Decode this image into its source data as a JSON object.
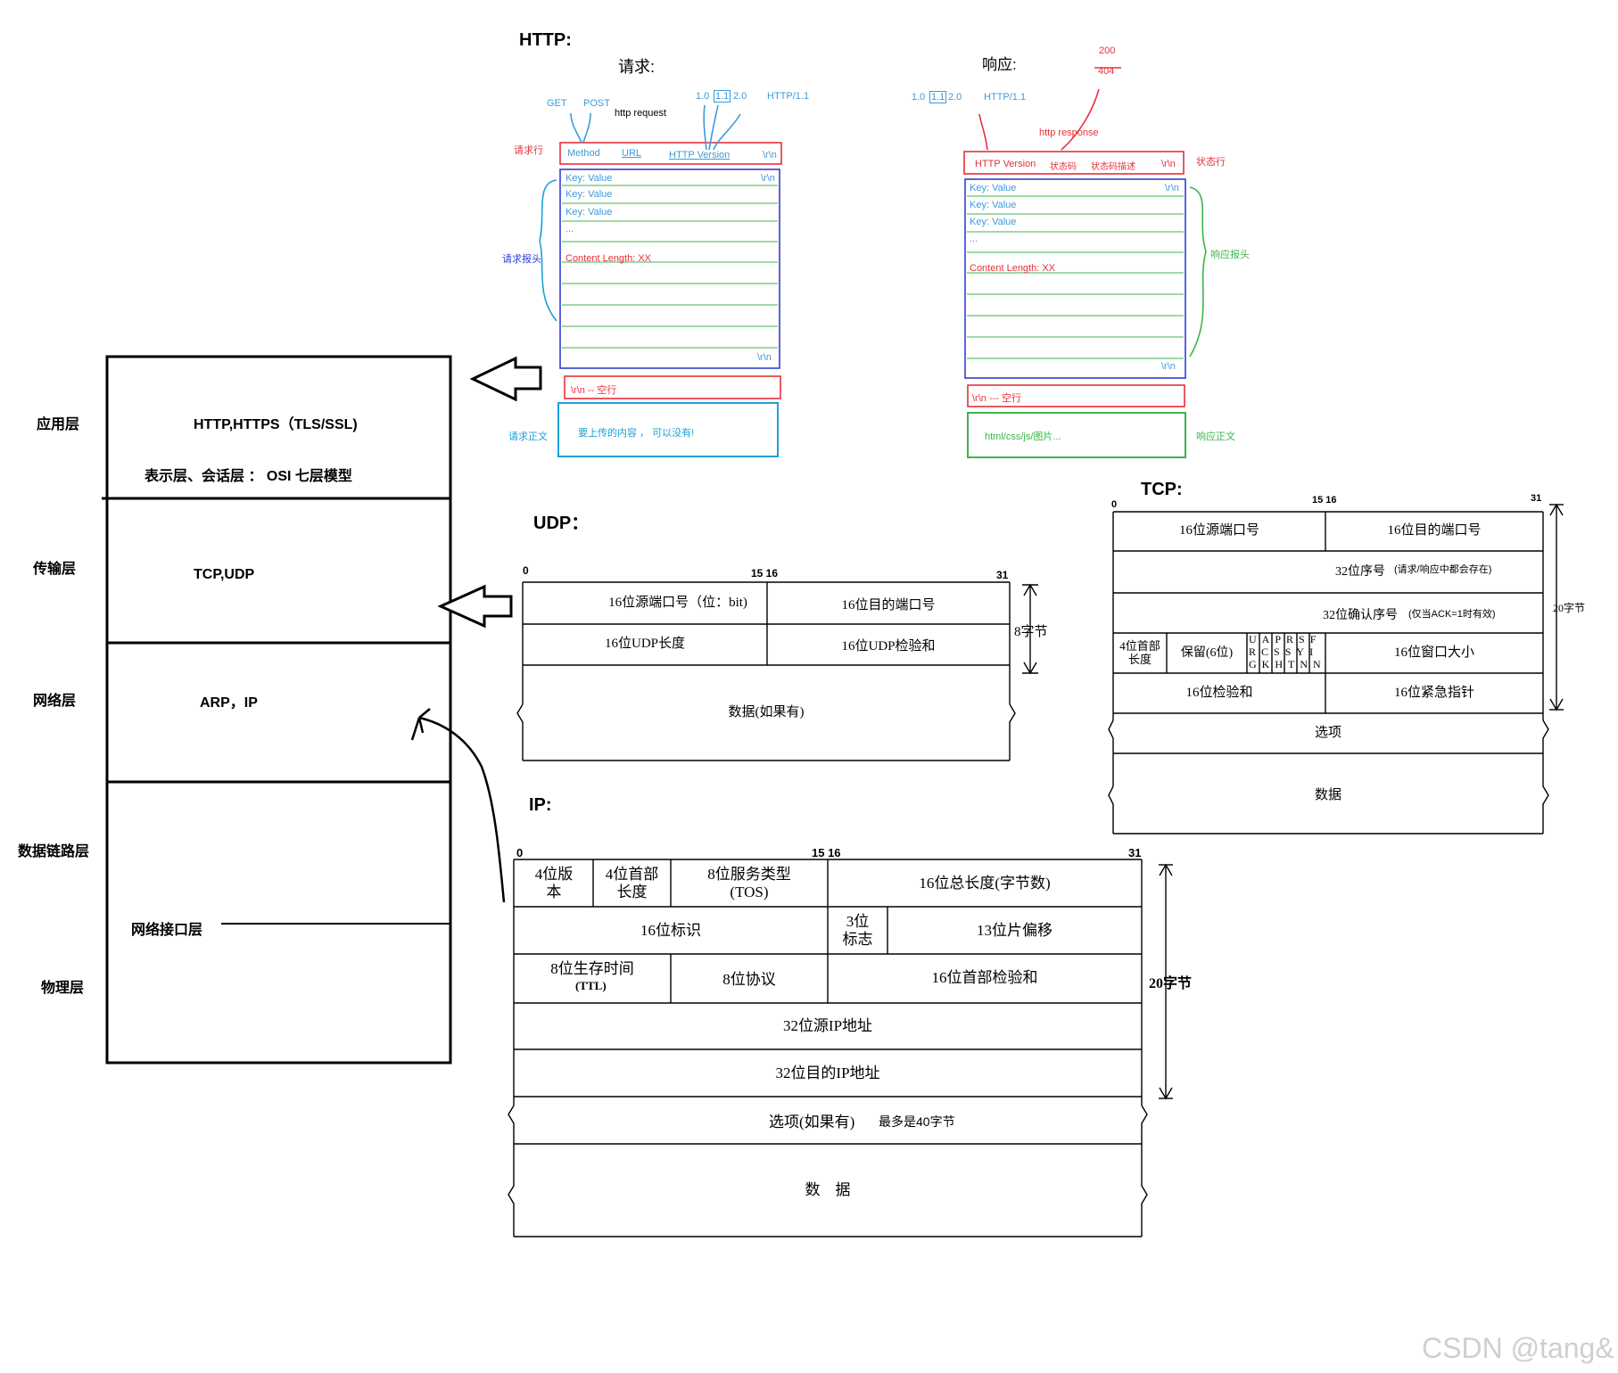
{
  "osi": {
    "labels": [
      "应用层",
      "传输层",
      "网络层",
      "数据链路层",
      "物理层"
    ],
    "app_protocols": "HTTP,HTTPS（TLS/SSL)",
    "app_note": "表示层、会话层 ： OSI 七层模型",
    "transport_protocols": "TCP,UDP",
    "network_protocols": "ARP，IP",
    "netif": "网络接口层"
  },
  "http": {
    "title": "HTTP:",
    "req": {
      "title": "请求:",
      "get": "GET",
      "post": "POST",
      "request_label": "http request",
      "versions": [
        "1.0",
        "1.1",
        "2.0"
      ],
      "http11": "HTTP/1.1",
      "line_label": "请求行",
      "method": "Method",
      "url": "URL",
      "version": "HTTP Version",
      "crlf": "\\r\\n",
      "kv": "Key: Value",
      "ellipsis": "...",
      "content_length": "Content Length: XX",
      "header_label": "请求报头",
      "blank": "\\r\\n -- 空行",
      "body_label": "请求正文",
      "body": "要上传的内容 ， 可以没有!"
    },
    "resp": {
      "title": "响应:",
      "codes": [
        "200",
        "404"
      ],
      "response_label": "http response",
      "versions": [
        "1.0",
        "1.1",
        "2.0"
      ],
      "http11": "HTTP/1.1",
      "version": "HTTP Version",
      "status_code": "状态码",
      "status_desc": "状态码描述",
      "crlf": "\\r\\n",
      "line_label": "状态行",
      "kv": "Key: Value",
      "ellipsis": "...",
      "content_length": "Content Length: XX",
      "header_label": "响应报头",
      "blank": "\\r\\n --- 空行",
      "body": "html/css/js/图片...",
      "body_label": "响应正文"
    }
  },
  "udp": {
    "title": "UDP：",
    "bits": [
      "0",
      "15 16",
      "31"
    ],
    "src": "16位源端口号（位：bit)",
    "dst": "16位目的端口号",
    "len": "16位UDP长度",
    "sum": "16位UDP检验和",
    "data": "数据(如果有)",
    "bytes": "8字节"
  },
  "tcp": {
    "title": "TCP:",
    "bits": [
      "0",
      "15 16",
      "31"
    ],
    "src": "16位源端口号",
    "dst": "16位目的端口号",
    "seq": "32位序号",
    "seq_note": "(请求/响应中都会存在)",
    "ack": "32位确认序号",
    "ack_note": "(仅当ACK=1时有效)",
    "hlen": "4位首部长度",
    "reserved": "保留(6位)",
    "flags_top": [
      "U",
      "A",
      "P",
      "R",
      "S",
      "F"
    ],
    "flags_mid": [
      "R",
      "C",
      "S",
      "S",
      "Y",
      "I"
    ],
    "flags_bot": [
      "G",
      "K",
      "H",
      "T",
      "N",
      "N"
    ],
    "window": "16位窗口大小",
    "sum": "16位检验和",
    "urg": "16位紧急指针",
    "opt": "选项",
    "data": "数据",
    "bytes": "20字节"
  },
  "ip": {
    "title": "IP:",
    "bits": [
      "0",
      "15 16",
      "31"
    ],
    "ver": "4位版本",
    "hlen": "4位首部长度",
    "tos": "8位服务类型(TOS)",
    "total": "16位总长度(字节数)",
    "id": "16位标识",
    "flag": "3位标志",
    "frag": "13位片偏移",
    "ttl": "8位生存时间",
    "ttl_abbr": "(TTL)",
    "proto": "8位协议",
    "sum": "16位首部检验和",
    "src": "32位源IP地址",
    "dst": "32位目的IP地址",
    "opt": "选项(如果有)",
    "opt_note": "最多是40字节",
    "data": "数　据",
    "bytes": "20字节"
  },
  "watermark": "CSDN @tang&",
  "colors": {
    "red": "#e8303a",
    "blue": "#2f3fd0",
    "green": "#3cb44b",
    "cyan": "#1e9fd8",
    "arrow_blue": "#3e9ad8"
  }
}
